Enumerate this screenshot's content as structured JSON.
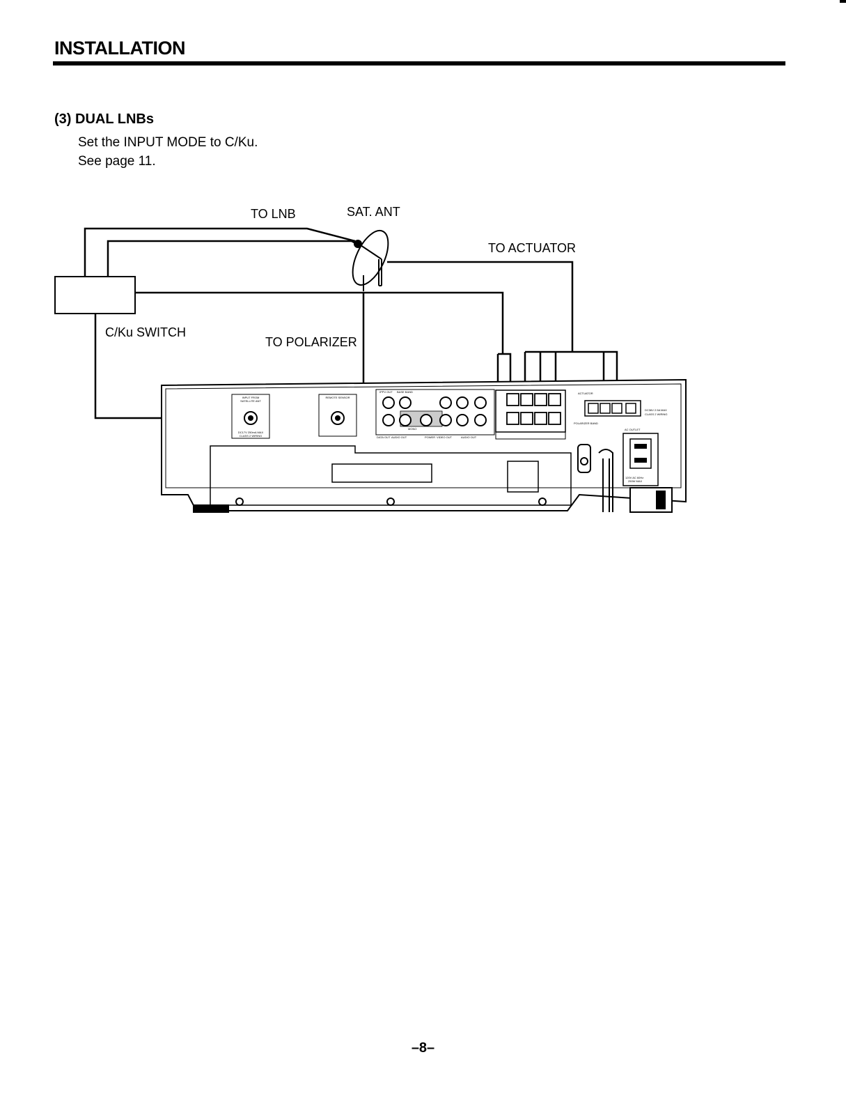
{
  "header": {
    "title": "INSTALLATION"
  },
  "section": {
    "heading": "(3) DUAL LNBs",
    "lines": [
      "Set the INPUT MODE to C/Ku.",
      "See page 11."
    ]
  },
  "diagram": {
    "labels": {
      "to_lnb": "TO LNB",
      "sat_ant": "SAT. ANT",
      "to_actuator": "TO ACTUATOR",
      "ciku_switch": "C/Ku SWITCH",
      "to_polarizer": "TO POLARIZER"
    },
    "panel_text": {
      "input_from": "INPUT FROM",
      "satellite_ant": "SATELLITE ANT",
      "dc_rating": "DC17V 250mA MAX",
      "class2": "CLASS 2 WIRING",
      "remote_sensor": "REMOTE SENSOR",
      "ippv_out": "IPPV OUT",
      "base_band": "BASE BAND",
      "mono": "MONO",
      "data_out": "DATA OUT",
      "audio_out": "AUDIO OUT",
      "power": "POWER",
      "video_out": "VIDEO OUT",
      "audio_out2": "AUDIO OUT",
      "actuator": "ACTUATOR",
      "polarizer_band": "POLARIZER BAND",
      "actuator_rating": "DC36V 2.5A MAX",
      "actuator_class": "CLASS 2 WIRING",
      "ac_outlet": "AC OUTLET",
      "ac_rating": "120V AC 60Hz",
      "ac_max": "250W MAX"
    }
  },
  "footer": {
    "page": "–8–"
  }
}
